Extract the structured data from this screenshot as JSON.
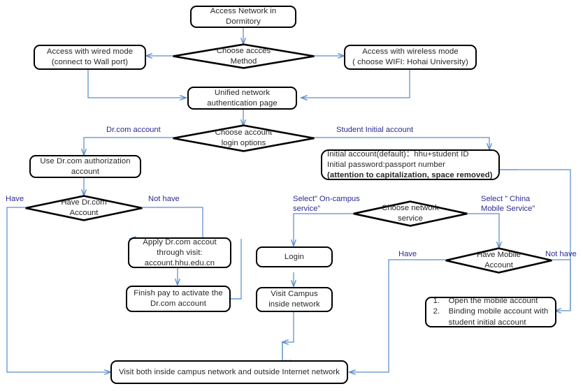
{
  "title": "Access Network in Dormitory Flowchart",
  "colors": {
    "node_border": "#000000",
    "wire": "#5b8fc9",
    "edge_label_text": "#2b2b8f",
    "spellcheck_underline": "#e8483c",
    "text": "#262626"
  },
  "nodes": {
    "start": "Access Network in\nDormitory",
    "choose_access": "Choose accces\nMethod",
    "wired": "Access with wired mode\n(connect to Wall port)",
    "wireless": "Access with wireless mode\n( choose WIFI: Hohai University)",
    "auth_page": "Unified  network\nauthentication page",
    "choose_login": "Choose  account\nlogin options",
    "use_drcom": "Use Dr.com  authorization\naccount",
    "have_drcom": "Have Dr.com\nAccount",
    "apply_drcom": "Apply Dr.com  accout\nthrough visit:\naccount.hhu.edu.cn",
    "finish_pay": "Finish pay to activate the\nDr.com account",
    "initial_account_line1": "Initial account(default)：hhu+student  ID",
    "initial_account_line2": "Initial password:passport number",
    "initial_account_line3": "(attention to capitalization,  space removed)",
    "choose_service": "Choose  network\nservice",
    "login": "Login",
    "visit_campus": "Visit Campus\ninside network",
    "have_mobile": "Have Mobile\nAccount",
    "mobile_steps": [
      {
        "num": "1.",
        "text": "Open the mobile account"
      },
      {
        "num": "2.",
        "text": "Binding mobile account  with\nstudent initial account"
      }
    ],
    "final": "Visit both inside campus  network and outside  Internet  network"
  },
  "edge_labels": {
    "drcom_account": "Dr.com account",
    "student_initial_account": "Student Initial account",
    "have_left": "Have",
    "not_have_left": "Not have",
    "select_on_campus": "Select” On-campus\nservice”",
    "select_china_mobile": "Select ” China\nMobile Service”",
    "have_right": "Have",
    "not_have_right": "Not have"
  }
}
